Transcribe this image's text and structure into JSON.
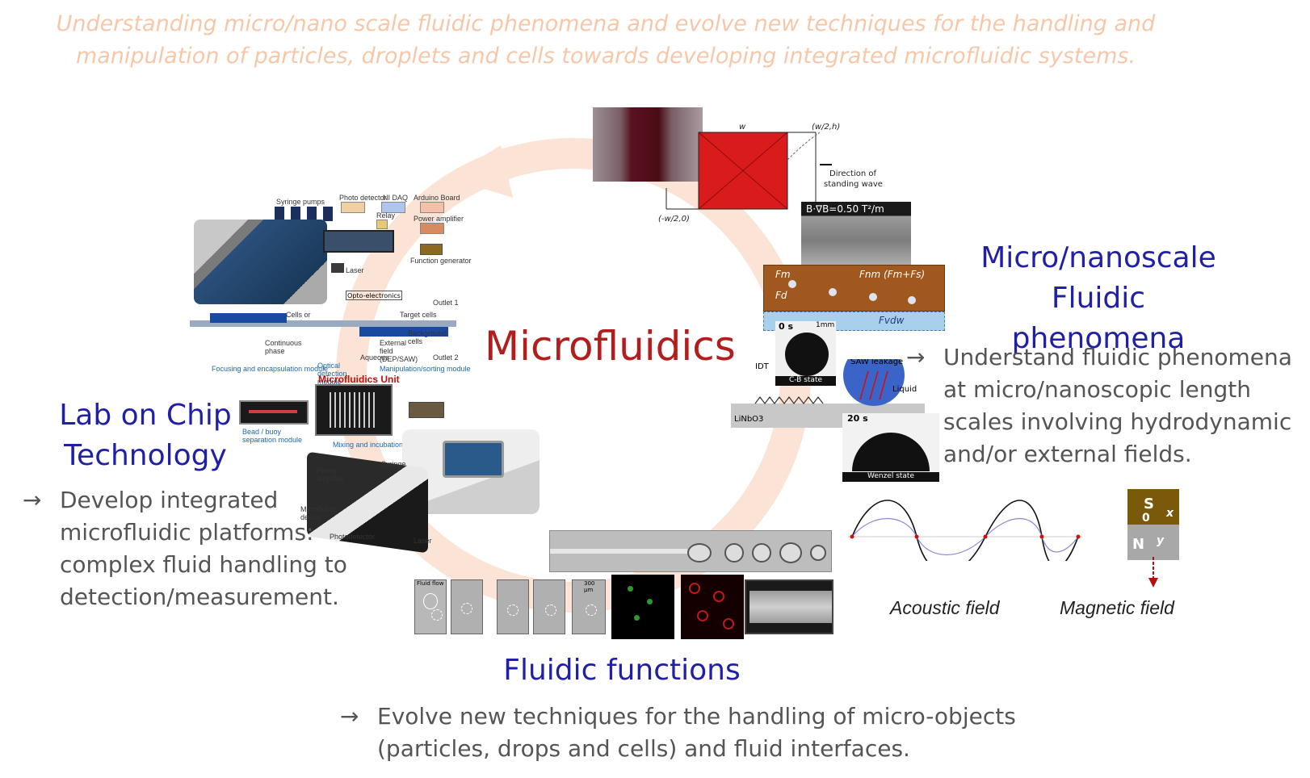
{
  "mission": {
    "line1": "Understanding micro/nano scale fluidic phenomena and evolve new techniques for the handling and",
    "line2": "manipulation of particles, droplets and cells towards developing integrated microfluidic systems."
  },
  "center": {
    "title": "Microfluidics"
  },
  "phenomena": {
    "title_line1": "Micro/nanoscale",
    "title_line2": "Fluidic phenomena",
    "arrow": "→",
    "desc": [
      "Understand fluidic phenomena",
      "at micro/nanoscopic length",
      "scales involving hydrodynamic",
      "and/or external fields."
    ]
  },
  "lab": {
    "title_line1": "Lab on Chip",
    "title_line2": "Technology",
    "arrow": "→",
    "desc": [
      "Develop integrated",
      "microfluidic platforms:",
      "complex fluid handling to",
      "detection/measurement."
    ]
  },
  "functions": {
    "title": "Fluidic functions",
    "arrow": "→",
    "desc": [
      "Evolve new techniques for the handling of micro-objects",
      "(particles, drops and cells) and fluid interfaces."
    ]
  },
  "fields": {
    "acoustic": "Acoustic field",
    "magnetic": "Magnetic field"
  },
  "figure_labels": {
    "w": "w",
    "wh_pos": "(w/2,h)",
    "wh_neg": "(-w/2,0)",
    "direction": "Direction of",
    "standing_wave": "standing wave",
    "bfield": "B·∇B=0.50 T²/m",
    "fm": "Fm",
    "fd": "Fd",
    "fnm": "Fnm (Fm+Fs)",
    "fvdw": "Fvdw",
    "time0": "0 s",
    "scale1mm": "1mm",
    "cb_state": "C-B state",
    "idt": "IDT",
    "saw_leakage": "SAW leakage",
    "liquid": "Liquid",
    "linbo3": "LiNbO3",
    "time20": "20 s",
    "wenzel": "Wenzel state",
    "syringe": "Syringe pumps",
    "photo_detector": "Photo detector",
    "ni_daq": "NI DAQ",
    "arduino": "Arduino Board",
    "relay": "Relay",
    "power_amp": "Power amplifier",
    "func_gen": "Function generator",
    "laser": "Laser",
    "opto": "Opto-electronics",
    "outlet1": "Outlet 1",
    "outlet2": "Outlet 2",
    "cells_droplets": "Cells or droplets",
    "target": "Target cells or droplets",
    "background": "Background cells",
    "continuous": "Continuous phase",
    "external": "External field (DEP/SAW)",
    "aqueous": "Aqueous",
    "focusing": "Focusing and encapsulation module",
    "optical": "Optical detection module",
    "manipulation": "Manipulation/sorting module",
    "mf_unit": "Microfluidics Unit",
    "bead": "Bead / buoy separation module",
    "mixing": "Mixing and incubation module",
    "power_amplifier": "Power amplifier",
    "syringe2": "Syringe",
    "mf_device": "Microfluidic device",
    "photodetector": "Photodetector",
    "laser2": "Laser",
    "fluid_flow": "Fluid flow",
    "scale300": "300 µm",
    "s_pole": "S",
    "n_pole": "N",
    "axis_x": "x",
    "axis_y": "y",
    "origin": "0"
  }
}
